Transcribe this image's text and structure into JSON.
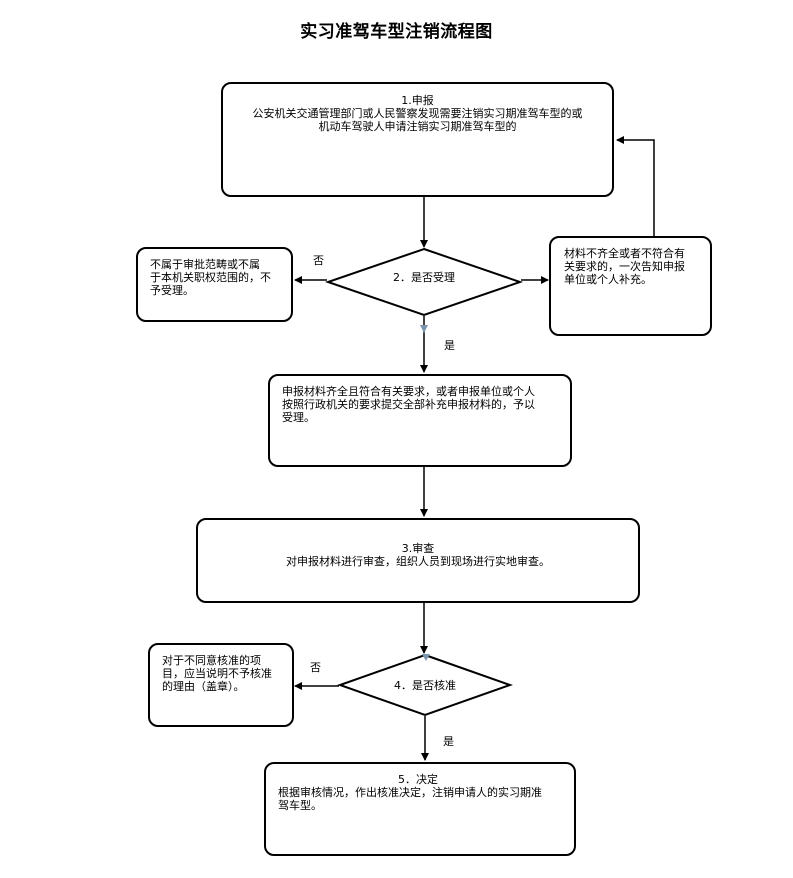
{
  "title": "实习准驾车型注销流程图",
  "step1": {
    "title": "1.申报",
    "line1": "公安机关交通管理部门或人民警察发现需要注销实习期准驾车型的或",
    "line2": "机动车驾驶人申请注销实习期准驾车型的"
  },
  "decision2": {
    "label": "2．是否受理"
  },
  "reject2": {
    "line1": "不属于审批范畴或不属",
    "line2": "于本机关职权范围的，不",
    "line3": "予受理。"
  },
  "supplement": {
    "line1": "材料不齐全或者不符合有",
    "line2": "关要求的，一次告知申报",
    "line3": "单位或个人补充。"
  },
  "accept": {
    "line1": "申报材料齐全且符合有关要求，或者申报单位或个人",
    "line2": "按照行政机关的要求提交全部补充申报材料的，予以",
    "line3": "受理。"
  },
  "step3": {
    "title": "3.审查",
    "line1": "对申报材料进行审查，组织人员到现场进行实地审查。"
  },
  "decision4": {
    "label": "4．是否核准"
  },
  "reject4": {
    "line1": "对于不同意核准的项",
    "line2": "目，应当说明不予核准",
    "line3": "的理由（盖章）。"
  },
  "step5": {
    "title": "5．决定",
    "line1": "根据审核情况，作出核准决定，注销申请人的实习期准",
    "line2": "驾车型。"
  },
  "labels": {
    "no": "否",
    "yes": "是"
  }
}
